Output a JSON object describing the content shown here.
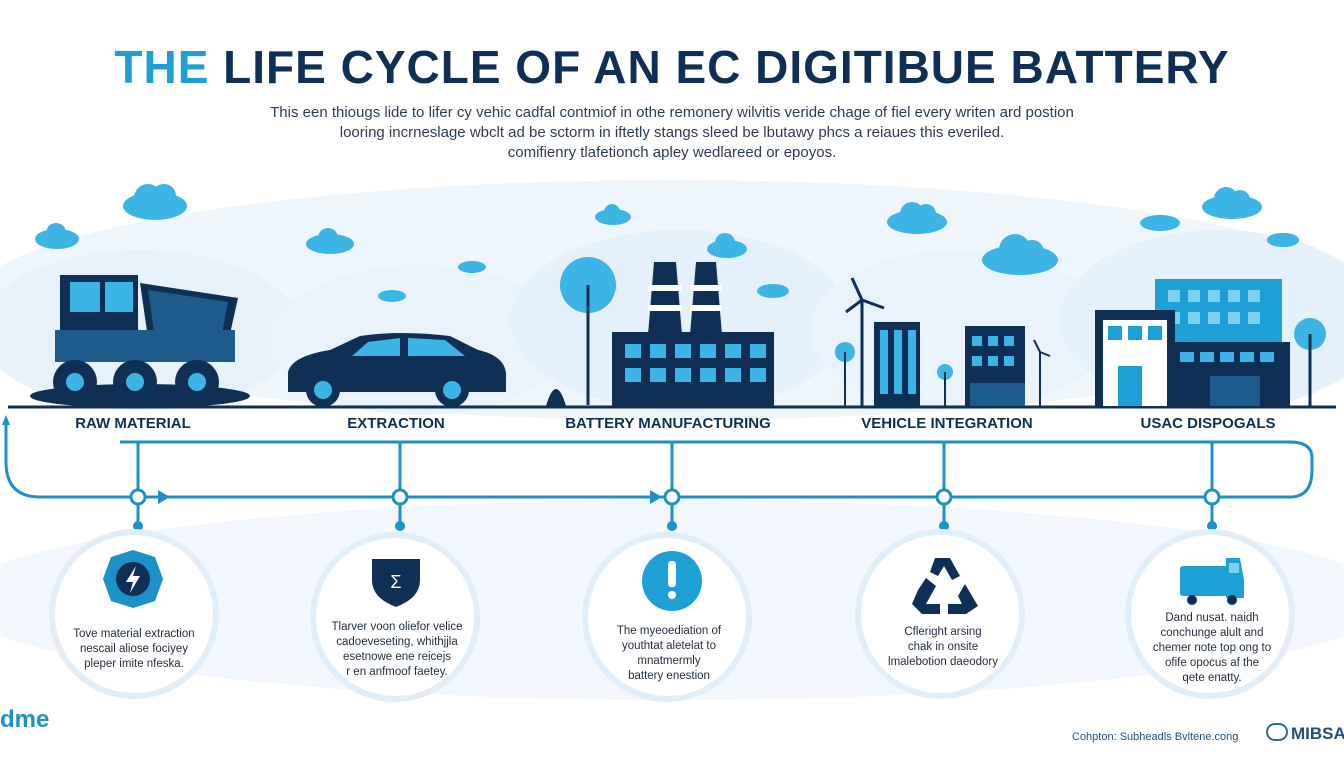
{
  "title": {
    "accent": "THE",
    "rest": "LIFE CYCLE OF AN EC DIGITIBUE BATTERY"
  },
  "subtitle": [
    "This een thiougs lide to lifer cy vehic cadfal contmiof in othe remonery wilvitis veride chage of fiel every writen ard postion",
    "looring incrneslage wbclt ad be sctorm in iftetly stangs sleed be lbutawy phcs a reiaues this everiled.",
    "comifienry tlafetionch apley wedlareed or epoyos."
  ],
  "stages": [
    {
      "label": "RAW MATERIAL",
      "icon": "bolt-badge-icon",
      "desc": [
        "Tove material extraction",
        "nescail aliose fociyey",
        "pleper imite nfeska."
      ]
    },
    {
      "label": "EXTRACTION",
      "icon": "sigma-shield-icon",
      "desc": [
        "Tlarver voon oliefor velice",
        "cadoeveseting, whithjjla",
        "esetnowe ene reicejs",
        "r en anfmoof faetey."
      ]
    },
    {
      "label": "BATTERY MANUFACTURING",
      "icon": "exclamation-icon",
      "desc": [
        "The myeoediation of",
        "youthtat aletelat to",
        "mnatmermly",
        "battery enestion"
      ]
    },
    {
      "label": "VEHICLE INTEGRATION",
      "icon": "recycle-icon",
      "desc": [
        "Cfleright arsing",
        "chak in onsite",
        "lmalebotion daeodory"
      ]
    },
    {
      "label": "USAC DISPOGALS",
      "icon": "delivery-truck-icon",
      "desc": [
        "Dand nusat. naidh",
        "conchunge alult and",
        "chemer note top ong to",
        "ofife opocus af the",
        "qete enatty."
      ]
    }
  ],
  "footer": {
    "logo": "dme",
    "caption": "Cohpton: Subheadls Bvltene.cong",
    "brand": "MIBSA"
  },
  "colors": {
    "navy": "#0f2f55",
    "blue": "#1e90c8",
    "light_blue": "#3db4e6",
    "pale": "#e6f1fa"
  }
}
